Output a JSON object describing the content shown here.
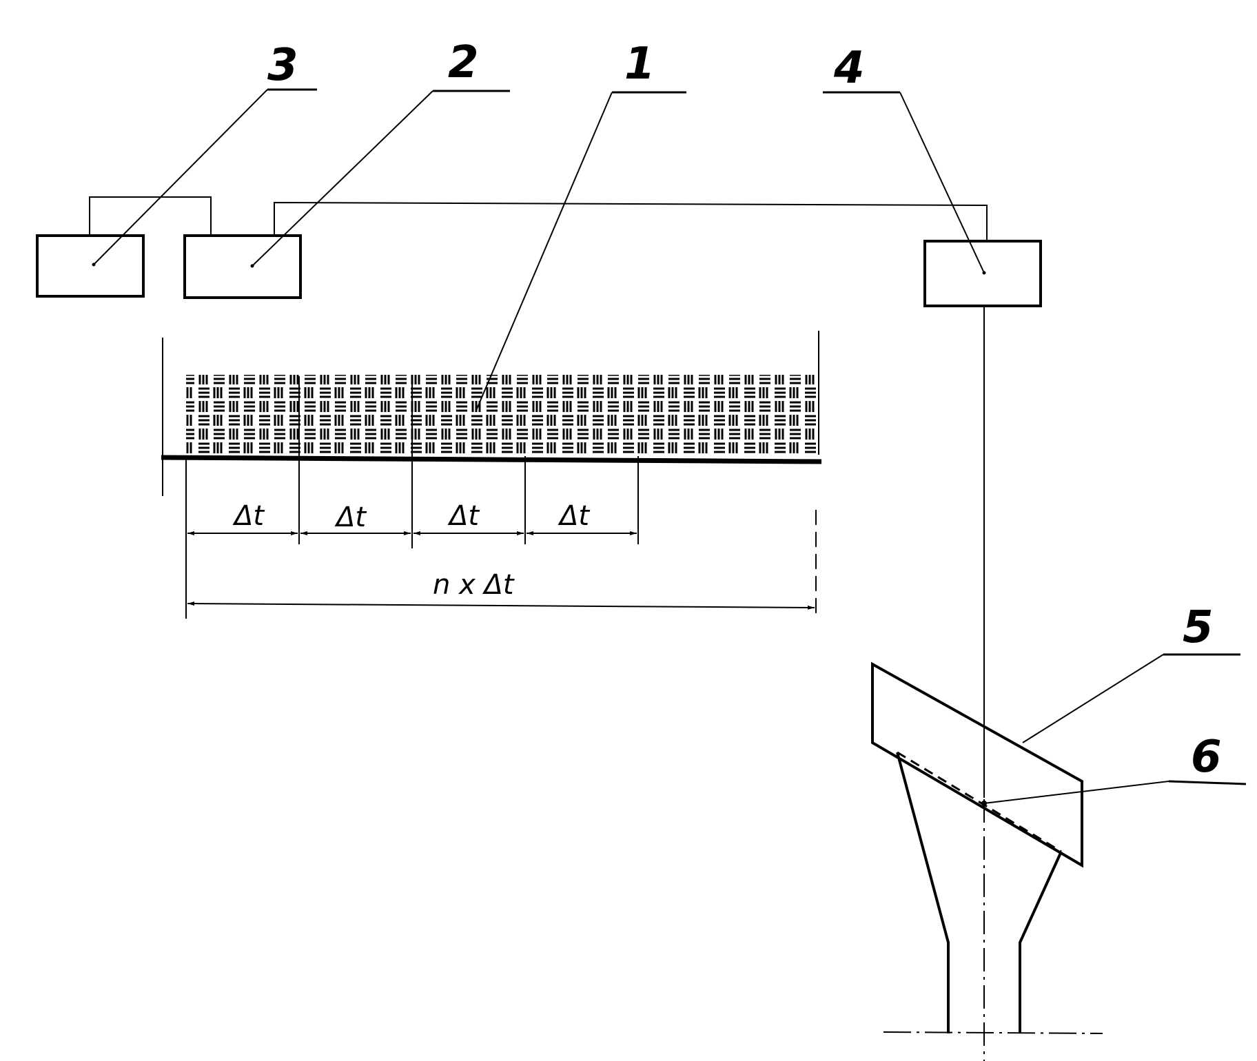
{
  "callouts": {
    "c1": "1",
    "c2": "2",
    "c3": "3",
    "c4": "4",
    "c5": "5",
    "c6": "6"
  },
  "dimensions": {
    "seg1": "Δt",
    "seg2": "Δt",
    "seg3": "Δt",
    "seg4": "Δt",
    "total": "n x Δt"
  },
  "colors": {
    "ink": "#000000",
    "paper": "#ffffff"
  }
}
